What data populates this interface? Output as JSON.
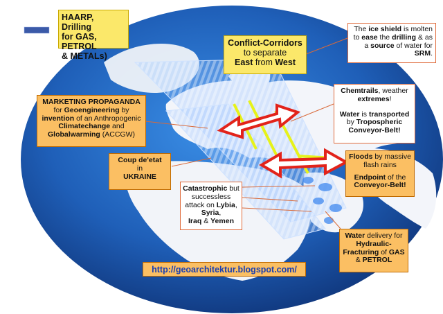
{
  "labels": {
    "haarp": {
      "line1": "HAARP, Drilling",
      "line2": "for GAS, PETROL",
      "line3": "& METALs)"
    },
    "corridors": {
      "line1": "Conflict-Corridors",
      "line2": "to separate",
      "east": "East",
      "from": " from ",
      "west": "West"
    },
    "ice": {
      "p1": "The ",
      "ice": "ice shield",
      "p2": " is molten to ",
      "ease": "ease",
      "p3": " the ",
      "drilling": "drilling",
      "p4": " & as a ",
      "source": "source",
      "p5": " of water for ",
      "srm": "SRM",
      "p6": "."
    },
    "chemtrails": {
      "chem": "Chemtrails",
      "p1": ", weather ",
      "extremes": "extremes",
      "p2": "!",
      "water": "Water",
      "p3": " is ",
      "transported": "transported",
      "p4": " by ",
      "tropo": "Tropospheric",
      "belt": "Conveyor-Belt!"
    },
    "marketing": {
      "title": "MARKETING PROPAGANDA",
      "p1": "for ",
      "geo": "Geoengineering",
      "p2": " by ",
      "invention": "invention",
      "p3": " of an Anthropogenic ",
      "climate": "Climatechange",
      "p4": " and ",
      "global": "Globalwarming",
      "p5": " (ACCGW)"
    },
    "coup": {
      "line1": "Coup de'etat",
      "line2": "in",
      "line3": "UKRAINE"
    },
    "floods": {
      "floods": "Floods",
      "p1": " by massive flash rains",
      "endpoint": "Endpoint",
      "p2": " of the ",
      "belt": "Conveyor-Belt!"
    },
    "catastrophic": {
      "cat": "Catastrophic",
      "p1": " but successless attack on ",
      "lybia": "Lybia",
      "c1": ", ",
      "syria": "Syria",
      "c2": ",",
      "iraq": "Iraq",
      "amp": " & ",
      "yemen": "Yemen"
    },
    "waterdelivery": {
      "water": "Water",
      "p1": " delivery for ",
      "hydraulic": "Hydraulic-Fracturing",
      "p2": "  of ",
      "gas": "GAS",
      "amp": " & ",
      "petrol": "PETROL"
    },
    "url": "http://geoarchitektur.blogspot.com/"
  },
  "colors": {
    "ocean": "#1b4fa3",
    "ocean_light": "#2e7bd6",
    "land": "#f4f6fa",
    "arrow_red": "#e2231a",
    "yellow_line": "#e6f21a",
    "corridor": "#7fb0ff",
    "yellow_box": "#fbe86a",
    "orange_box": "#fbbf63"
  }
}
